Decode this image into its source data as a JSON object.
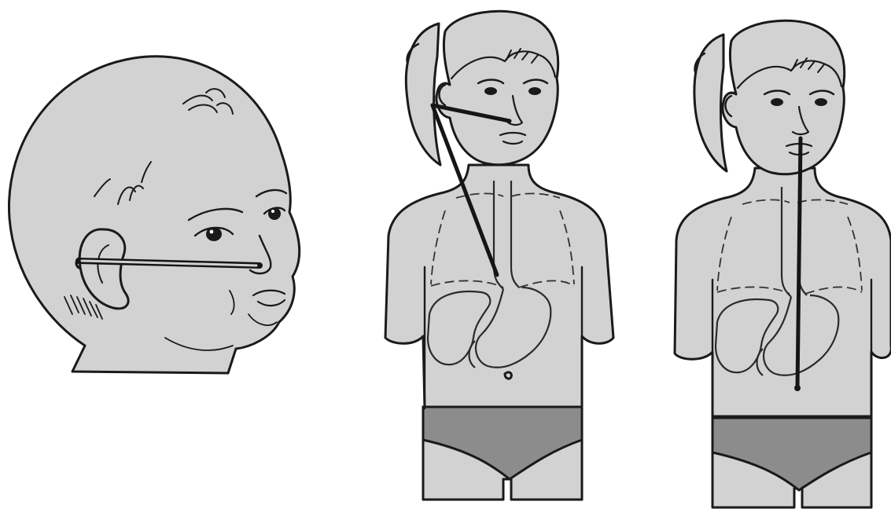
{
  "figure": {
    "panels": [
      {
        "id": "infant",
        "subject": "infant-head-profile",
        "measurement": "nose-tip-to-earlobe"
      },
      {
        "id": "child-measure",
        "subject": "child-front-view",
        "measurement": "nose-to-earlobe-to-xiphoid"
      },
      {
        "id": "child-inserted",
        "subject": "child-front-view",
        "measurement": "tube-inserted-via-nostril-into-stomach"
      }
    ],
    "colors": {
      "skin": "#d2d2d2",
      "underwear": "#8c8c8c",
      "ink": "#1a1a1a",
      "background": "#ffffff"
    }
  }
}
